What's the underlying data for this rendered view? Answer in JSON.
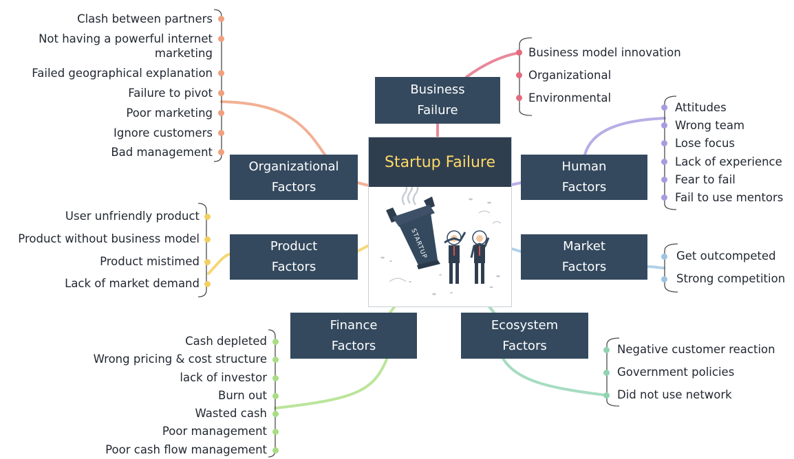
{
  "center": {
    "title": "Startup Failure",
    "banner_text": "STARTUP"
  },
  "business": {
    "line1": "Business",
    "line2": "Failure",
    "items": [
      "Business model innovation",
      "Organizational",
      "Environmental"
    ]
  },
  "organizational": {
    "line1": "Organizational",
    "line2": "Factors",
    "items": [
      "Clash between partners",
      "Not having a powerful internet",
      "marketing",
      "Failed geographical explanation",
      "Failure to pivot",
      "Poor marketing",
      "Ignore customers",
      "Bad management"
    ]
  },
  "human": {
    "line1": "Human",
    "line2": "Factors",
    "items": [
      "Attitudes",
      "Wrong team",
      "Lose focus",
      "Lack of experience",
      "Fear to fail",
      "Fail to use mentors"
    ]
  },
  "product": {
    "line1": "Product",
    "line2": "Factors",
    "items": [
      "User unfriendly product",
      "Product without business model",
      "Product mistimed",
      "Lack of market demand"
    ]
  },
  "market": {
    "line1": "Market",
    "line2": "Factors",
    "items": [
      "Get outcompeted",
      "Strong competition"
    ]
  },
  "finance": {
    "line1": "Finance",
    "line2": "Factors",
    "items": [
      "Cash depleted",
      "Wrong pricing & cost structure",
      "lack of investor",
      "Burn out",
      "Wasted cash",
      "Poor management",
      "Poor cash flow management"
    ]
  },
  "ecosystem": {
    "line1": "Ecosystem",
    "line2": "Factors",
    "items": [
      "Negative customer reaction",
      "Government policies",
      "Did not use network"
    ]
  },
  "colors": {
    "box": "#34495e",
    "title_bg": "#2f3e4f",
    "title_text": "#ffd966",
    "business": "#e36b7e",
    "organizational": "#f0a07e",
    "human": "#a99be0",
    "product": "#f3cf5f",
    "market": "#9ec4e2",
    "finance": "#a9dd84",
    "ecosystem": "#8fd3b0"
  }
}
